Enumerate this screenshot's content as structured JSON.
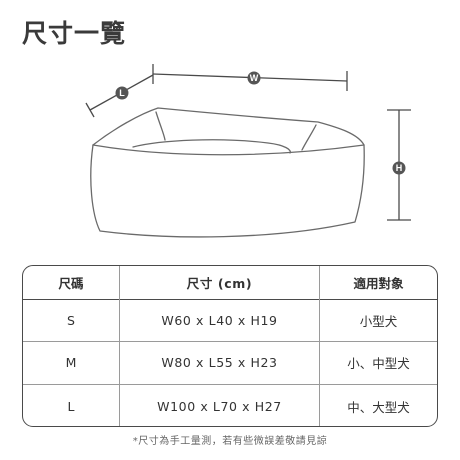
{
  "title": "尺寸一覽",
  "dimensions": {
    "width_marker": "W",
    "length_marker": "L",
    "height_marker": "H"
  },
  "table": {
    "headers": [
      "尺碼",
      "尺寸 (cm)",
      "適用對象"
    ],
    "rows": [
      {
        "size": "S",
        "dims": "W60 x L40 x H19",
        "suitable": "小型犬"
      },
      {
        "size": "M",
        "dims": "W80 x L55 x H23",
        "suitable": "小、中型犬"
      },
      {
        "size": "L",
        "dims": "W100 x L70 x H27",
        "suitable": "中、大型犬"
      }
    ]
  },
  "footnote": "*尺寸為手工量測，若有些微誤差敬請見諒",
  "colors": {
    "line": "#4a4a4a",
    "marker_fill": "#555555",
    "text": "#333333"
  },
  "icons": {
    "bed": "pet-bed-outline"
  }
}
